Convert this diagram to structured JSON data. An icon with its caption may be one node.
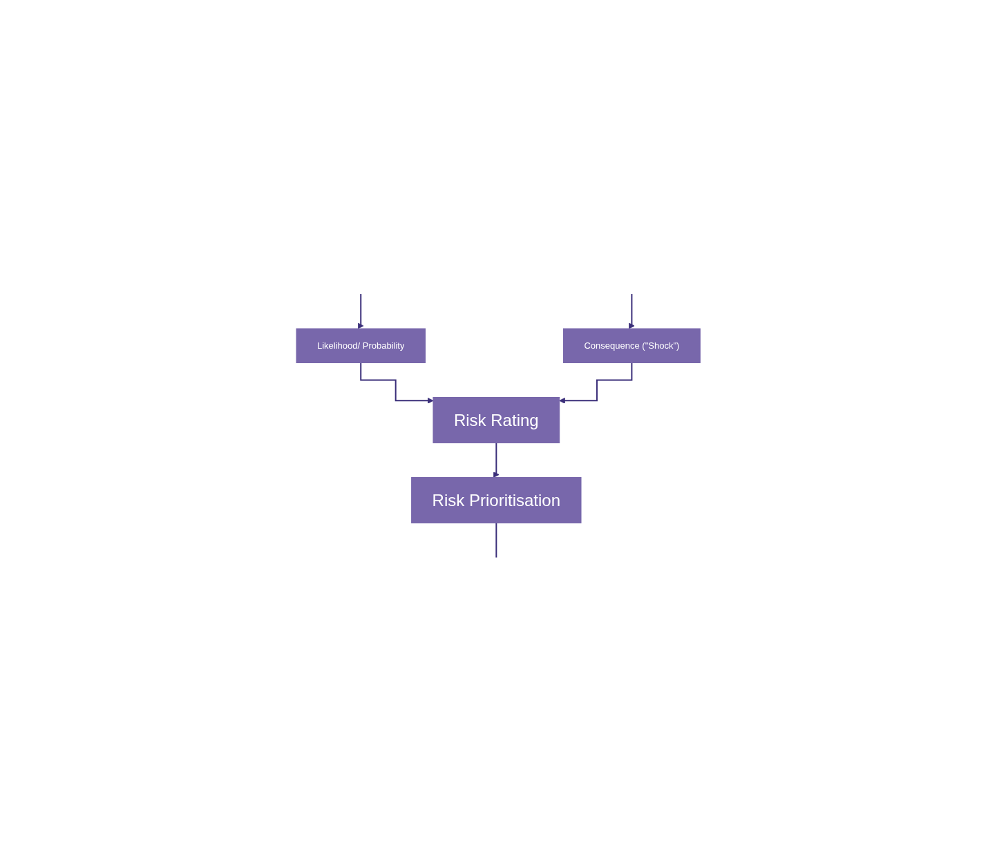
{
  "diagram": {
    "nodes": [
      {
        "text": [
          "Likelihood/ Probability"
        ]
      },
      {
        "text": [
          "Consequence (\"Shock\")"
        ]
      },
      {
        "text": [
          "Risk Rating"
        ]
      },
      {
        "text": [
          "Risk Prioritisation"
        ]
      }
    ],
    "edges": [
      {
        "from": null,
        "to": 0,
        "arrow": "to"
      },
      {
        "from": null,
        "to": 1,
        "arrow": "to"
      },
      {
        "from": 0,
        "to": 2,
        "arrow": "to"
      },
      {
        "from": 1,
        "to": 2,
        "arrow": "to"
      },
      {
        "from": 2,
        "to": 3,
        "arrow": "to"
      },
      {
        "from": 3,
        "to": null,
        "arrow": "none"
      }
    ]
  }
}
